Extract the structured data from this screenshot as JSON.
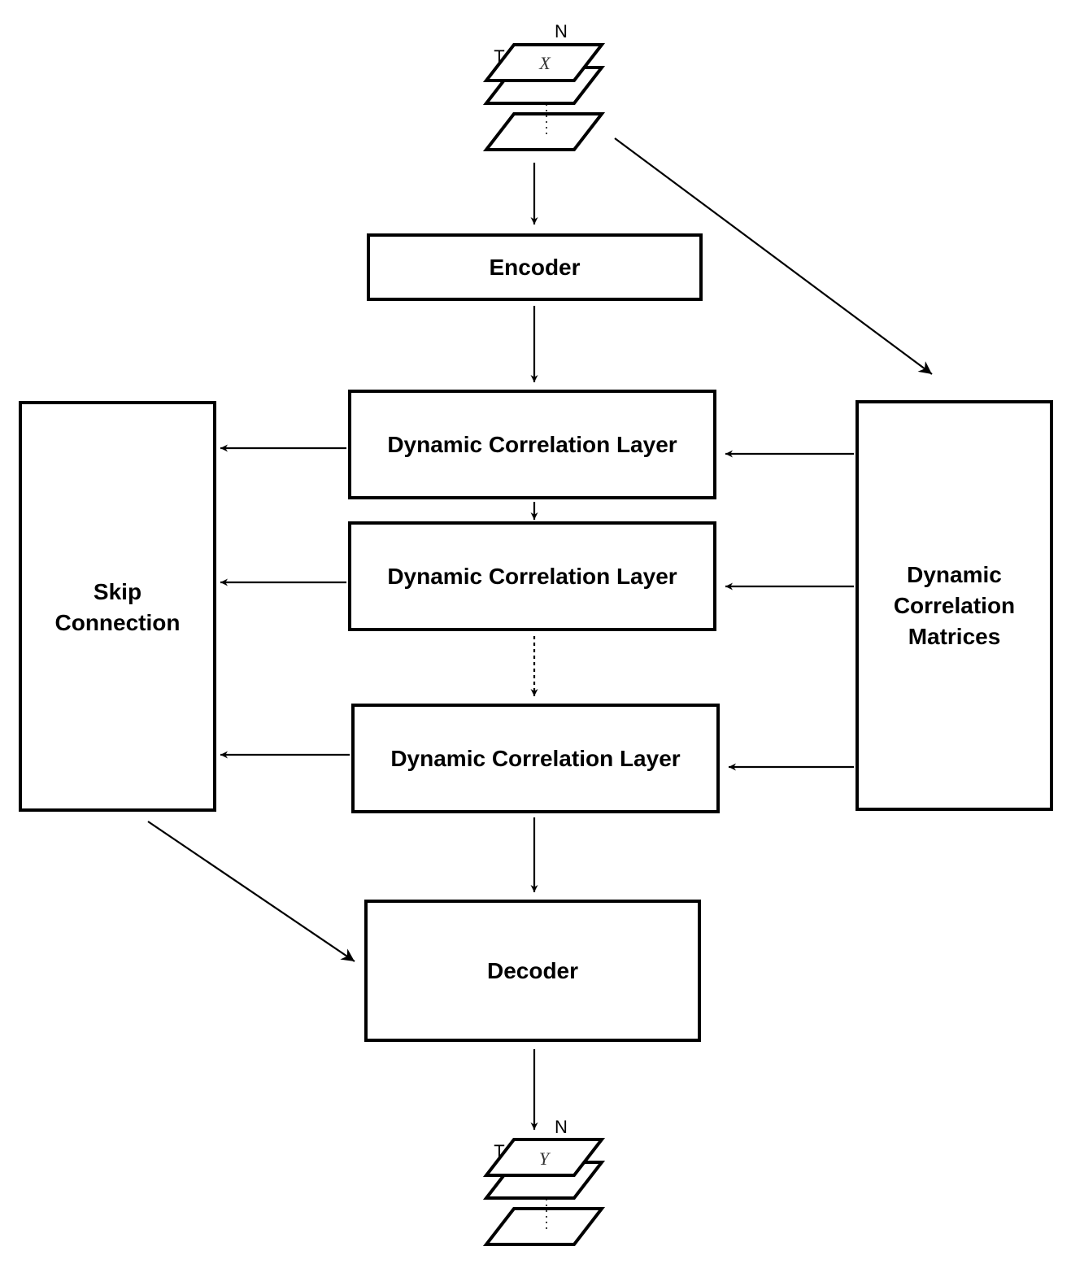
{
  "input_tensor": {
    "variable": "X",
    "row_dim": "T",
    "col_dim": "N"
  },
  "output_tensor": {
    "variable": "Y",
    "row_dim": "T",
    "col_dim": "N"
  },
  "encoder": {
    "label": "Encoder"
  },
  "decoder": {
    "label": "Decoder"
  },
  "layers": [
    {
      "label": "Dynamic Correlation Layer"
    },
    {
      "label": "Dynamic Correlation Layer"
    },
    {
      "label": "Dynamic Correlation Layer"
    }
  ],
  "skip_connection": {
    "lines": [
      "Skip",
      "Connection"
    ]
  },
  "correlation_matrices": {
    "lines": [
      "Dynamic",
      "Correlation",
      "Matrices"
    ]
  }
}
